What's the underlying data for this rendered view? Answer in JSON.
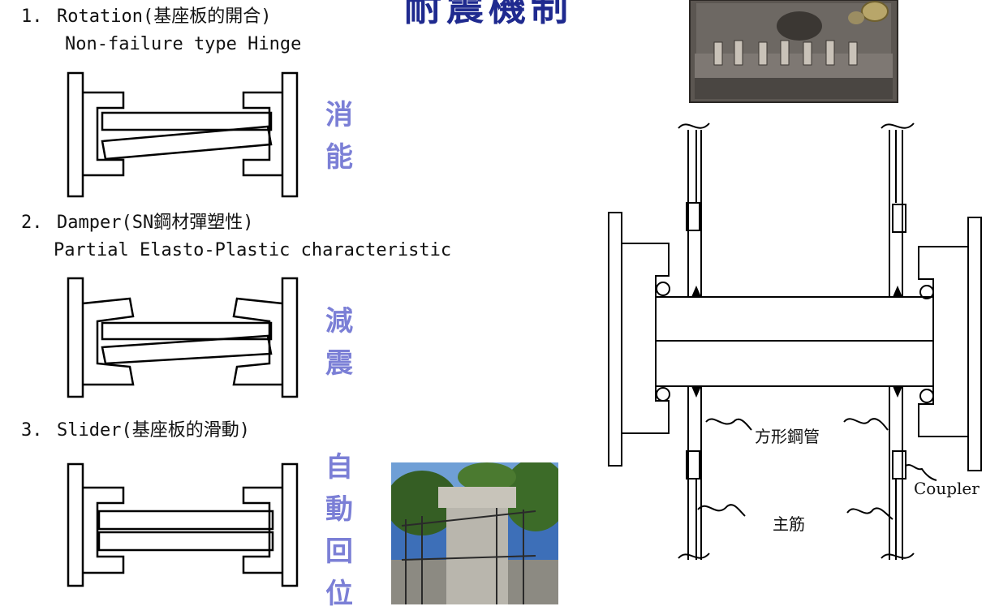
{
  "title": "耐震機制",
  "mechanisms": [
    {
      "number": "1.",
      "heading": "Rotation(基座板的開合)",
      "subtitle": "Non-failure type Hinge",
      "effect": [
        "消",
        "能"
      ]
    },
    {
      "number": "2.",
      "heading": "Damper(SN鋼材彈塑性)",
      "subtitle": "Partial Elasto-Plastic characteristic",
      "effect": [
        "減",
        "震"
      ]
    },
    {
      "number": "3.",
      "heading": "Slider(基座板的滑動)",
      "subtitle": "",
      "effect": [
        "自",
        "動",
        "回",
        "位"
      ]
    }
  ],
  "detail": {
    "square_tube_label": "方形鋼管",
    "coupler_label": "Coupler",
    "rebar_label": "主筋"
  },
  "colors": {
    "title": "#1f2a8f",
    "effect": "#7b7fd6"
  }
}
